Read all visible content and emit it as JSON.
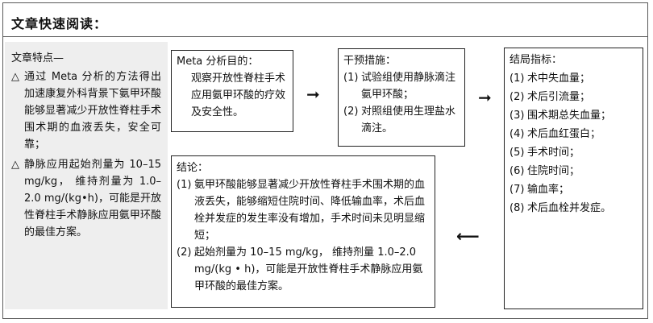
{
  "header": {
    "title": "文章快速阅读："
  },
  "features": {
    "title": "文章特点—",
    "bullet_mark": "△",
    "bullets": [
      "通过 Meta 分析的方法得出加速康复外科背景下氨甲环酸能够显著减少开放性脊柱手术围术期的血液丢失，安全可靠；",
      "静脉应用起始剂量为 10–15 mg/kg， 维持剂量为 1.0–2.0 mg/(kg•h)，可能是开放性脊柱手术静脉应用氨甲环酸的最佳方案。"
    ]
  },
  "purpose": {
    "title": "Meta 分析目的：",
    "text": "观察开放性脊柱手术应用氨甲环酸的疗效及安全性。"
  },
  "intervention": {
    "title": "干预措施：",
    "items": [
      {
        "idx": "(1)",
        "text": "试验组使用静脉滴注氨甲环酸；"
      },
      {
        "idx": "(2)",
        "text": "对照组使用生理盐水滴注。"
      }
    ]
  },
  "outcomes": {
    "title": "结局指标：",
    "items": [
      {
        "idx": "(1)",
        "text": "术中失血量；"
      },
      {
        "idx": "(2)",
        "text": "术后引流量；"
      },
      {
        "idx": "(3)",
        "text": "围术期总失血量；"
      },
      {
        "idx": "(4)",
        "text": "术后血红蛋白；"
      },
      {
        "idx": "(5)",
        "text": "手术时间；"
      },
      {
        "idx": "(6)",
        "text": "住院时间；"
      },
      {
        "idx": "(7)",
        "text": "输血率；"
      },
      {
        "idx": "(8)",
        "text": "术后血栓并发症。"
      }
    ]
  },
  "conclusion": {
    "title": "结论：",
    "items": [
      {
        "idx": "(1)",
        "text": "氨甲环酸能够显著减少开放性脊柱手术围术期的血液丢失，能够缩短住院时间、降低输血率，术后血栓并发症的发生率没有增加，手术时间未见明显缩短；"
      },
      {
        "idx": "(2)",
        "text": "起始剂量为 10–15 mg/kg， 维持剂量 1.0–2.0 mg/(kg • h)，可能是开放性脊柱手术静脉应用氨甲环酸的最佳方案。"
      }
    ]
  },
  "arrows": {
    "right": "➞",
    "left": "⟵"
  }
}
